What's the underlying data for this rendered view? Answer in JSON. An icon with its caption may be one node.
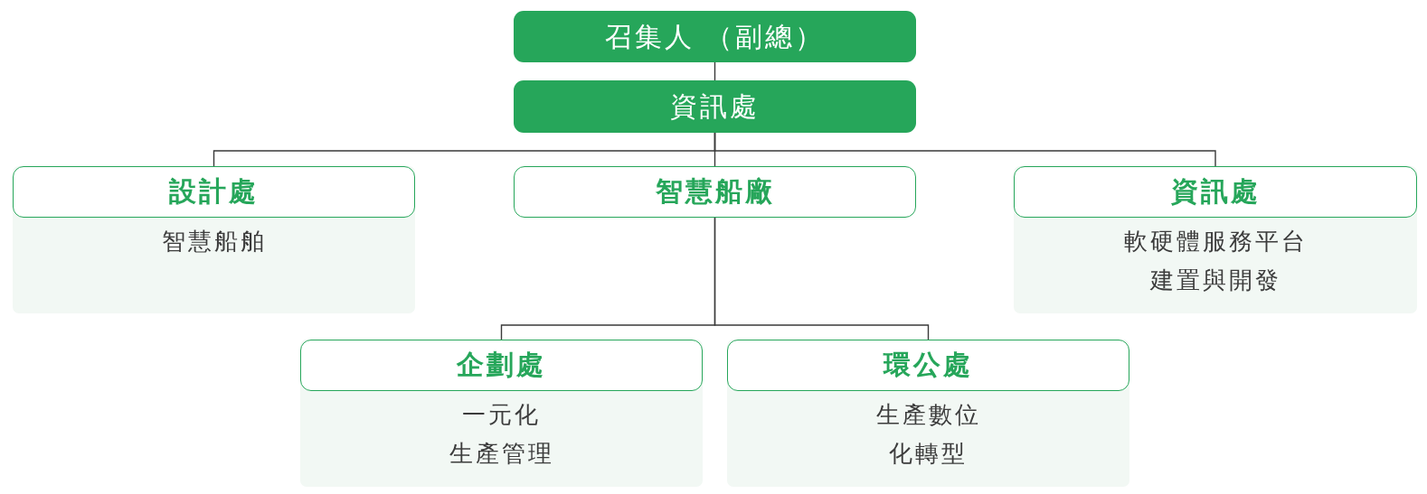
{
  "diagram": {
    "nodes": [
      {
        "text": [
          "召集人 （副總）"
        ]
      },
      {
        "text": [
          "資訊處"
        ]
      },
      {
        "text": [
          "設計處",
          "智慧船舶"
        ]
      },
      {
        "text": [
          "智慧船廠"
        ]
      },
      {
        "text": [
          "資訊處",
          "軟硬體服務平台建置與開發"
        ]
      },
      {
        "text": [
          "企劃處",
          "一元化生產管理"
        ]
      },
      {
        "text": [
          "環公處",
          "生產數位化轉型"
        ]
      }
    ],
    "edges": [
      {
        "from": 0,
        "to": 1,
        "arrow": "none"
      },
      {
        "from": 1,
        "to": 2,
        "arrow": "none"
      },
      {
        "from": 1,
        "to": 3,
        "arrow": "none"
      },
      {
        "from": 1,
        "to": 4,
        "arrow": "none"
      },
      {
        "from": 3,
        "to": 5,
        "arrow": "none"
      },
      {
        "from": 3,
        "to": 6,
        "arrow": "none"
      }
    ]
  }
}
